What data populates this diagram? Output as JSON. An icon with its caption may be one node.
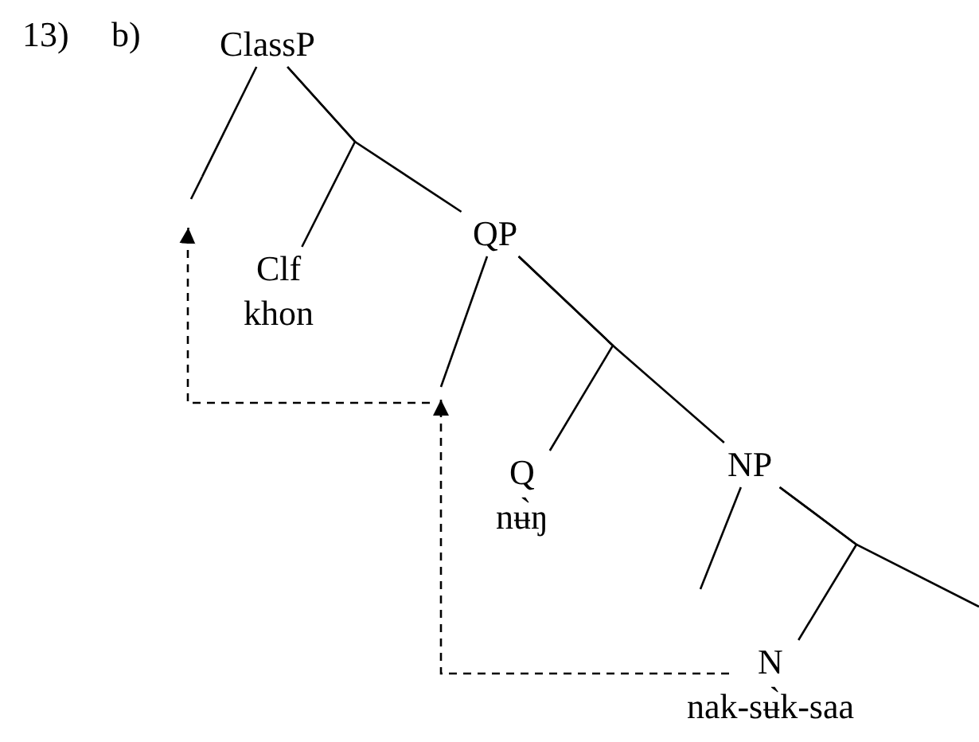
{
  "diagram": {
    "nodes": [
      {
        "text": [
          "ClassP"
        ]
      },
      {
        "text": [],
        "shape": "point"
      },
      {
        "text": [
          "Clf",
          "khon"
        ]
      },
      {
        "text": [
          "QP"
        ]
      },
      {
        "text": [],
        "shape": "point"
      },
      {
        "text": [
          "Q",
          "nʉ̀ŋ"
        ]
      },
      {
        "text": [
          "NP"
        ]
      },
      {
        "text": [
          "N",
          "nak-sʉ̀k-saa"
        ]
      }
    ],
    "edges": [
      {
        "from": 0,
        "to": 1,
        "arrow": "none"
      },
      {
        "from": 0,
        "to": 2,
        "arrow": "none"
      },
      {
        "from": 0,
        "to": 3,
        "arrow": "none"
      },
      {
        "from": 3,
        "to": 4,
        "arrow": "none"
      },
      {
        "from": 3,
        "to": 5,
        "arrow": "none"
      },
      {
        "from": 3,
        "to": 6,
        "arrow": "none"
      },
      {
        "from": 6,
        "to": null,
        "arrow": "none"
      },
      {
        "from": 6,
        "to": 7,
        "arrow": "none"
      },
      {
        "from": 6,
        "to": null,
        "arrow": "none"
      },
      {
        "from": 4,
        "to": 1,
        "arrow": "to",
        "style": "dashed"
      },
      {
        "from": 7,
        "to": 4,
        "arrow": "to",
        "style": "dashed"
      }
    ],
    "labels": [
      "13)",
      "b)"
    ]
  }
}
